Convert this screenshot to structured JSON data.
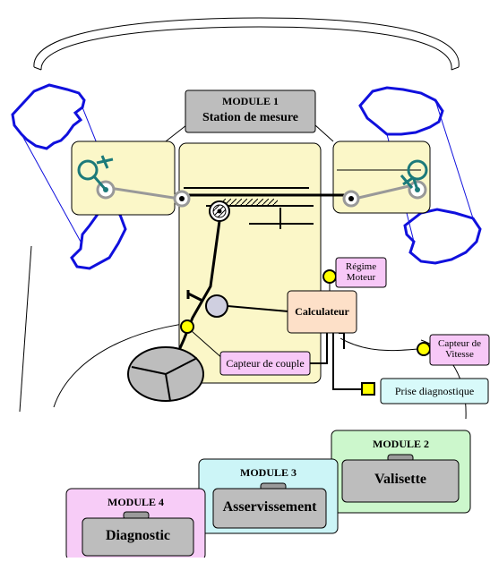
{
  "colors": {
    "tire": "#1010dd",
    "panel": "#fbf7c8",
    "module1_gray": "#bdbdbd",
    "calc": "#fde0c8",
    "pink": "#f7c8f7",
    "cyan": "#d8fafa",
    "sensor_yellow": "#ffff00",
    "pivot_teal": "#1c7a7a",
    "module2_bg": "#ccf7cc",
    "module3_bg": "#ccf5f7",
    "module4_bg": "#f7ccf7"
  },
  "diagram": {
    "module1": {
      "title": "MODULE 1",
      "name": "Station de mesure"
    },
    "calculateur": "Calculateur",
    "regime": {
      "line1": "Régime",
      "line2": "Moteur"
    },
    "capteur_couple": "Capteur de couple",
    "capteur_vitesse": {
      "line1": "Capteur de",
      "line2": "Vitesse"
    },
    "prise_diagnostique": "Prise diagnostique"
  },
  "modules": [
    {
      "id": "module2",
      "title": "MODULE 2",
      "name": "Valisette"
    },
    {
      "id": "module3",
      "title": "MODULE 3",
      "name": "Asservissement"
    },
    {
      "id": "module4",
      "title": "MODULE 4",
      "name": "Diagnostic"
    }
  ]
}
